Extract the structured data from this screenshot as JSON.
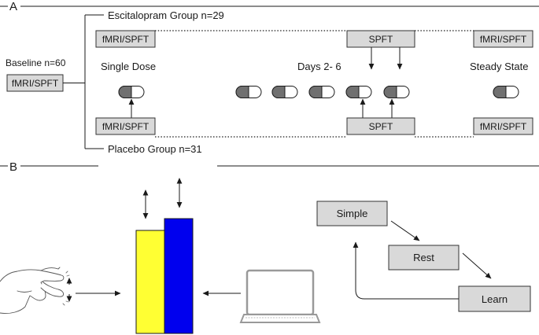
{
  "panel_a": {
    "label": "A",
    "baseline_label": "Baseline n=60",
    "baseline_box": "fMRI/SPFT",
    "escitalopram_group": "Escitalopram Group n=29",
    "placebo_group": "Placebo Group n=31",
    "phase_single_dose": "Single Dose",
    "phase_days": "Days 2- 6",
    "phase_steady_state": "Steady State",
    "top_left_box": "fMRI/SPFT",
    "top_mid_box": "SPFT",
    "top_right_box": "fMRI/SPFT",
    "bottom_left_box": "fMRI/SPFT",
    "bottom_mid_box": "SPFT",
    "bottom_right_box": "fMRI/SPFT"
  },
  "panel_b": {
    "label": "B",
    "task_simple": "Simple",
    "task_rest": "Rest",
    "task_learn": "Learn",
    "bar_colors": {
      "yellow": "#ffff33",
      "blue": "#0000ee"
    }
  }
}
